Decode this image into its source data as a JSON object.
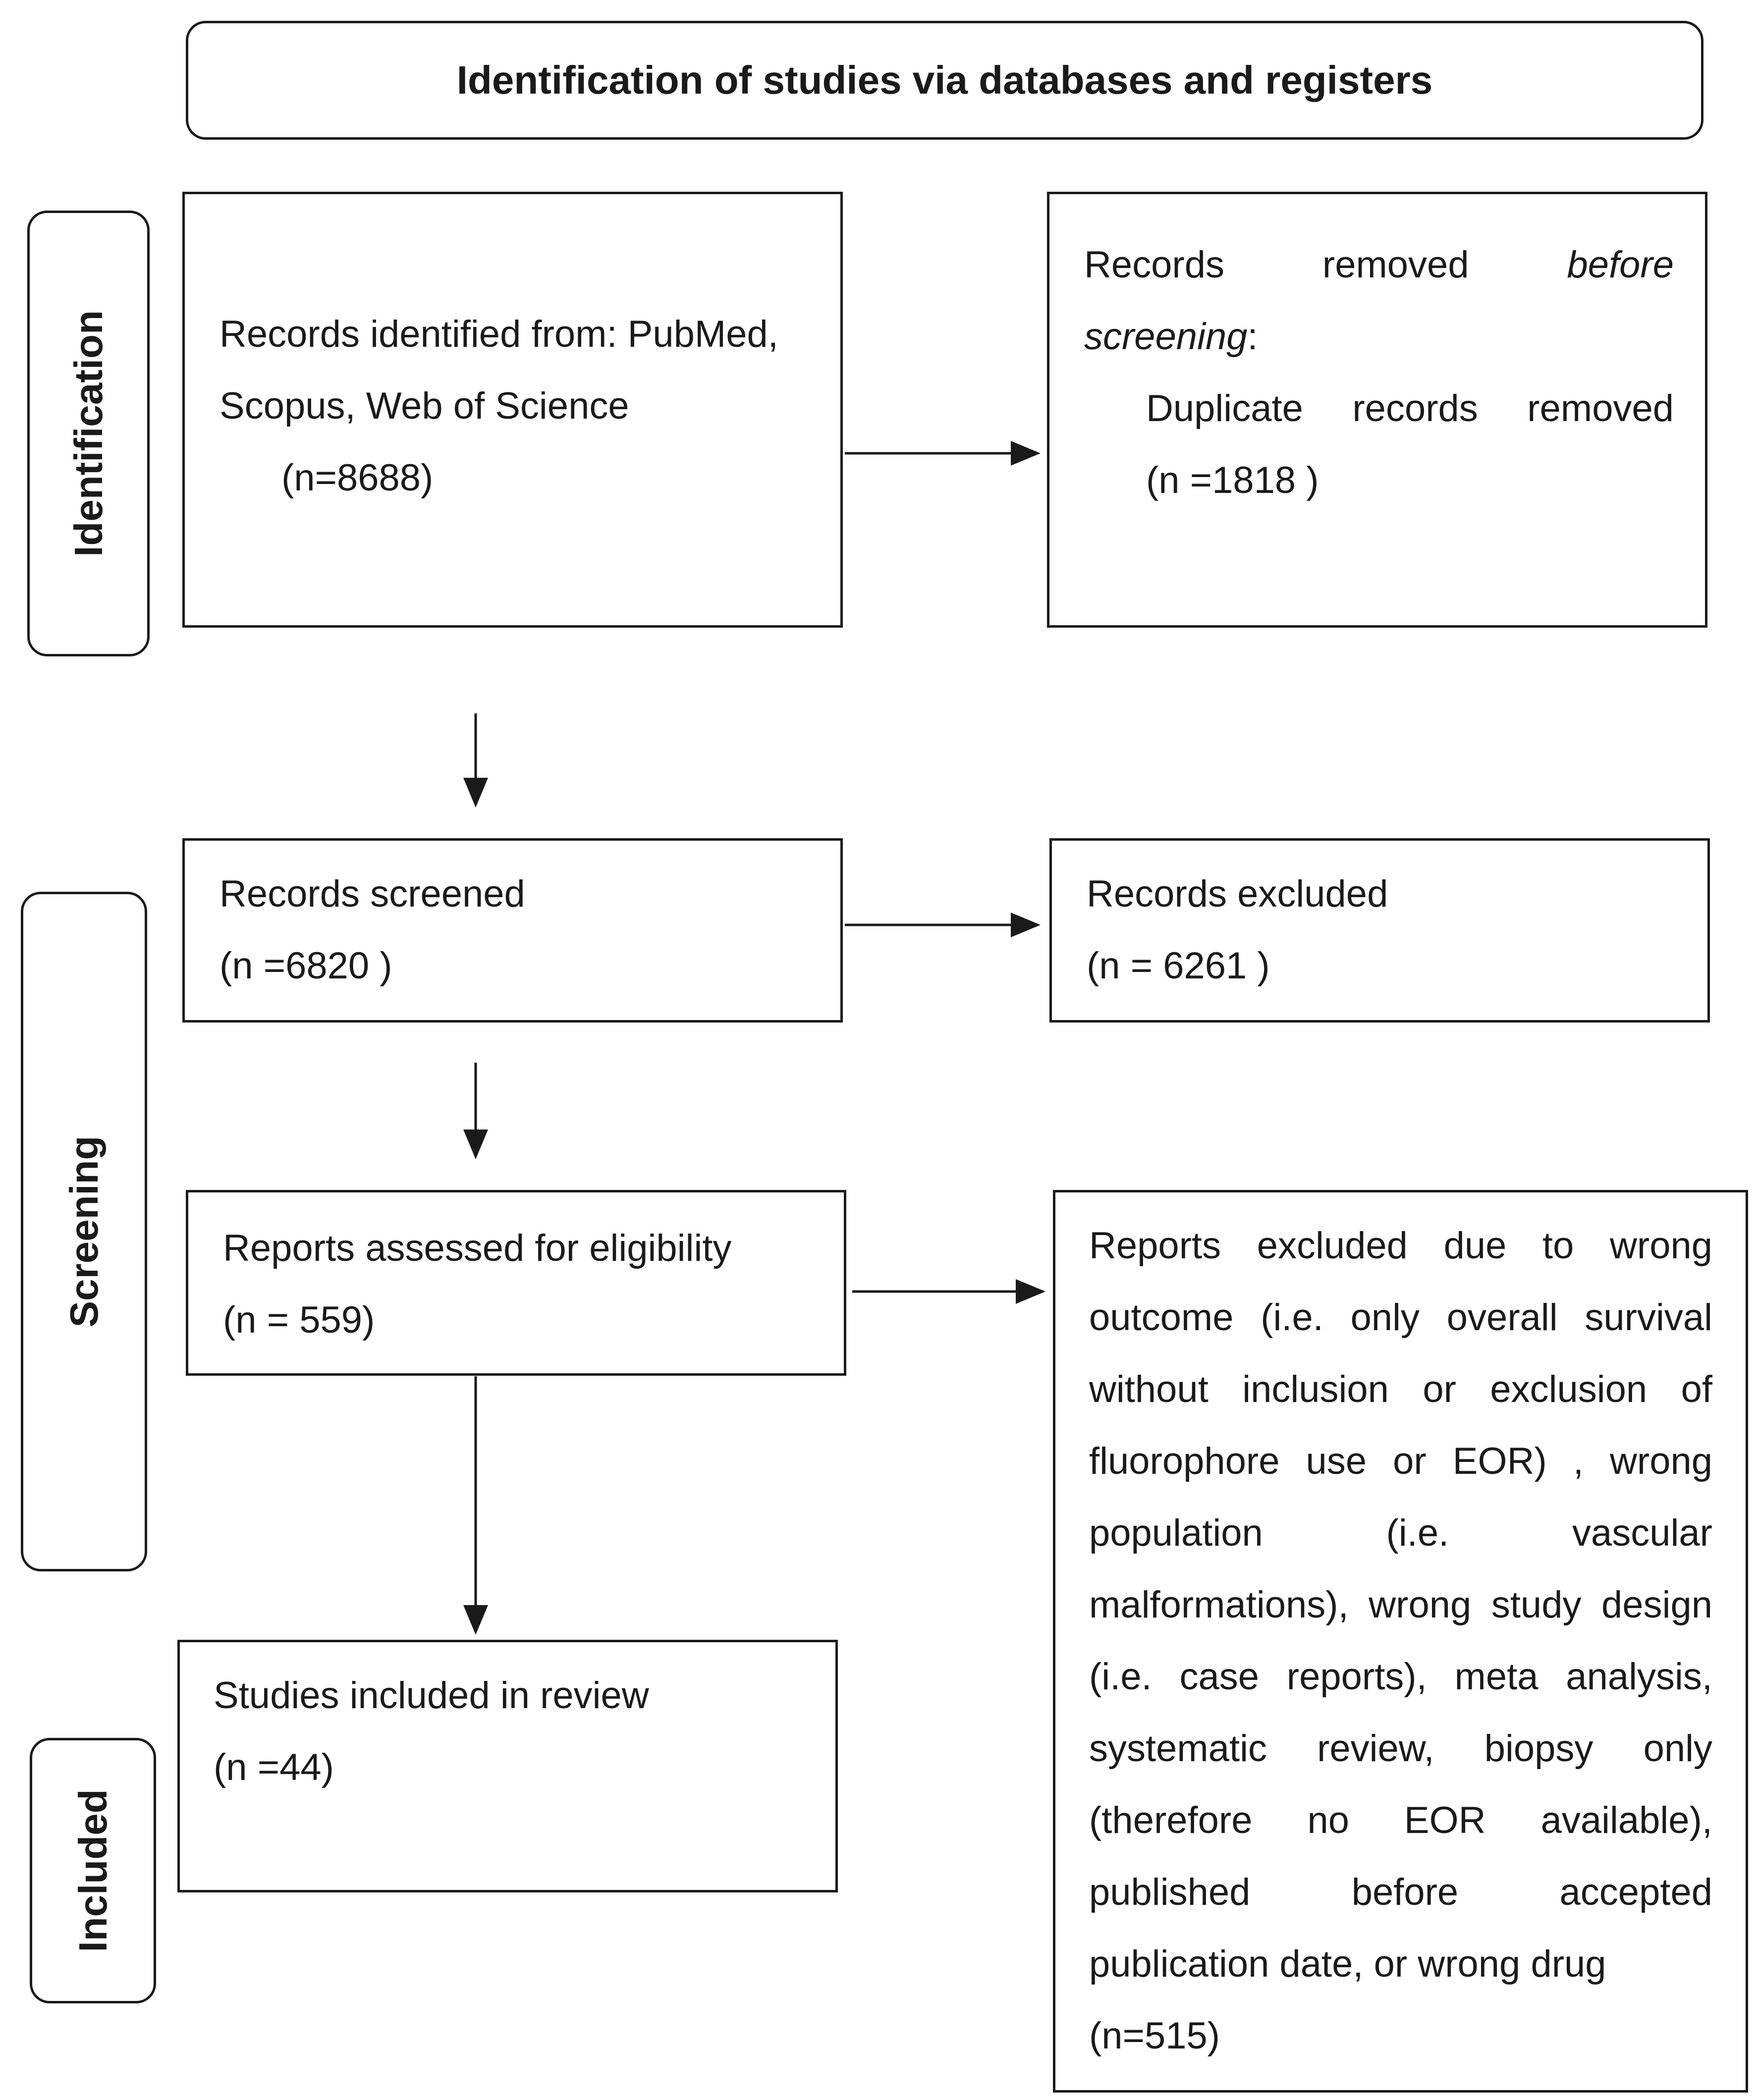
{
  "header": {
    "title": "Identification of studies via databases and registers"
  },
  "phases": {
    "identification": "Identification",
    "screening": "Screening",
    "included": "Included"
  },
  "boxes": {
    "records_identified": {
      "line1": "Records identified from: PubMed,",
      "line2": "Scopus, Web of Science",
      "count": "(n=8688)"
    },
    "records_removed": {
      "w1": "Records",
      "w2": "removed",
      "w3": "before",
      "w4": "screening",
      "w4_suffix": ":",
      "line3": "Duplicate records removed",
      "count": "(n =1818 )"
    },
    "records_screened": {
      "label": "Records screened",
      "count": "(n =6820 )"
    },
    "records_excluded": {
      "label": "Records excluded",
      "count": "(n = 6261 )"
    },
    "reports_assessed": {
      "label": "Reports assessed for eligibility",
      "count": "(n = 559)"
    },
    "reports_excluded": {
      "lines": [
        "Reports excluded due to wrong",
        "outcome (i.e. only overall survival",
        "without inclusion or exclusion of",
        "fluorophore use or EOR) , wrong",
        "population (i.e. vascular",
        "malformations), wrong study design",
        "(i.e. case reports), meta analysis,",
        "systematic review, biopsy only",
        "(therefore no EOR available),",
        "published before accepted",
        "publication date, or wrong drug"
      ],
      "count": "(n=515)"
    },
    "studies_included": {
      "label": "Studies included in review",
      "count": "(n =44)"
    }
  }
}
